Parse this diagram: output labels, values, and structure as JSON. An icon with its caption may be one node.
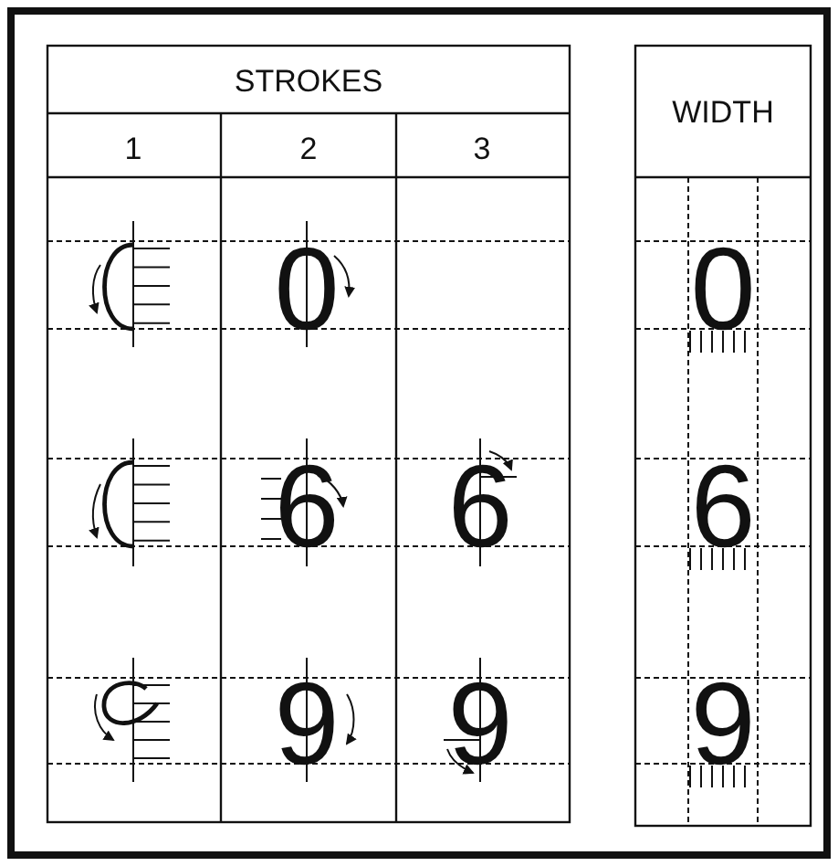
{
  "diagram": {
    "labels": [
      "STROKES",
      "WIDTH",
      "1",
      "2",
      "3",
      "0",
      "0",
      "6",
      "6",
      "6",
      "9",
      "9",
      "9"
    ]
  }
}
